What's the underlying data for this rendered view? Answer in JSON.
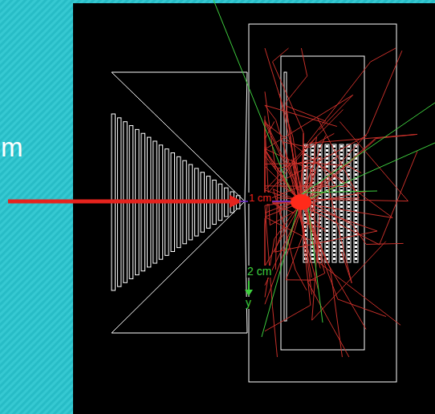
{
  "diagram": {
    "labels": [
      "m",
      "1 cm",
      "2 cm",
      "y"
    ]
  }
}
